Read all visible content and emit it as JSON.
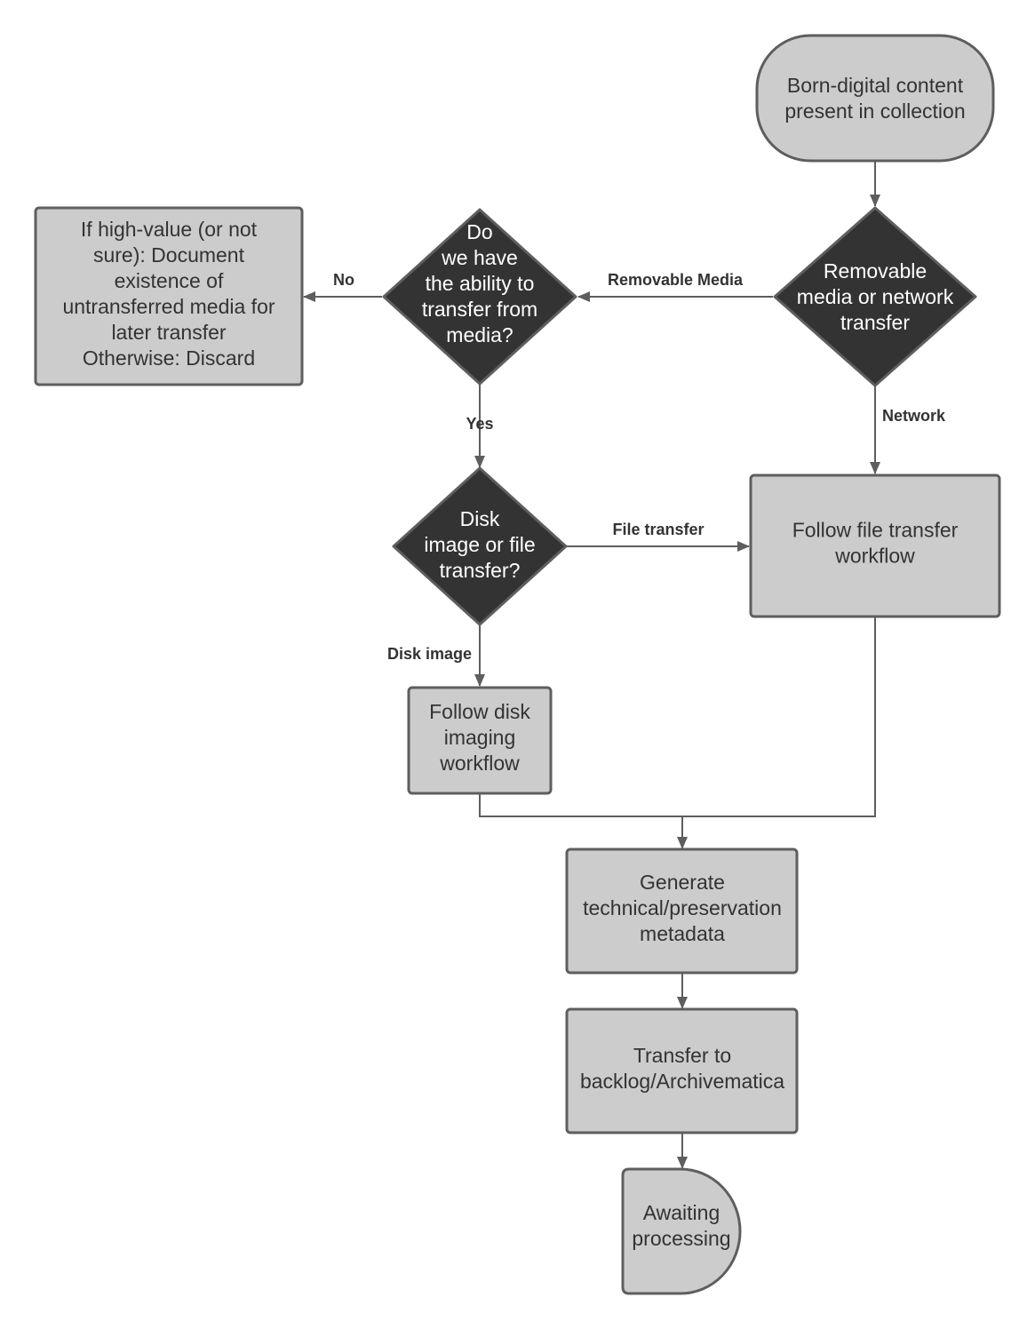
{
  "nodes": {
    "start": {
      "lines": [
        "Born-digital content",
        "present in collection"
      ]
    },
    "media_or_network": {
      "lines": [
        "Removable",
        "media or network",
        "transfer"
      ]
    },
    "ability": {
      "lines": [
        "Do",
        "we have",
        "the ability to",
        "transfer from",
        "media?"
      ]
    },
    "document": {
      "lines": [
        "If high-value (or not",
        "sure): Document",
        "existence of",
        "untransferred media for",
        "later transfer",
        "Otherwise: Discard"
      ]
    },
    "disk_or_file": {
      "lines": [
        "Disk",
        "image or file",
        "transfer?"
      ]
    },
    "file_workflow": {
      "lines": [
        "Follow file transfer",
        "workflow"
      ]
    },
    "disk_workflow": {
      "lines": [
        "Follow disk",
        "imaging",
        "workflow"
      ]
    },
    "metadata": {
      "lines": [
        "Generate",
        "technical/preservation",
        "metadata"
      ]
    },
    "backlog": {
      "lines": [
        "Transfer to",
        "backlog/Archivematica"
      ]
    },
    "awaiting": {
      "lines": [
        "Awaiting",
        "processing"
      ]
    }
  },
  "edges": {
    "removable_media": "Removable Media",
    "network": "Network",
    "no": "No",
    "yes": "Yes",
    "file_transfer": "File transfer",
    "disk_image": "Disk image"
  }
}
